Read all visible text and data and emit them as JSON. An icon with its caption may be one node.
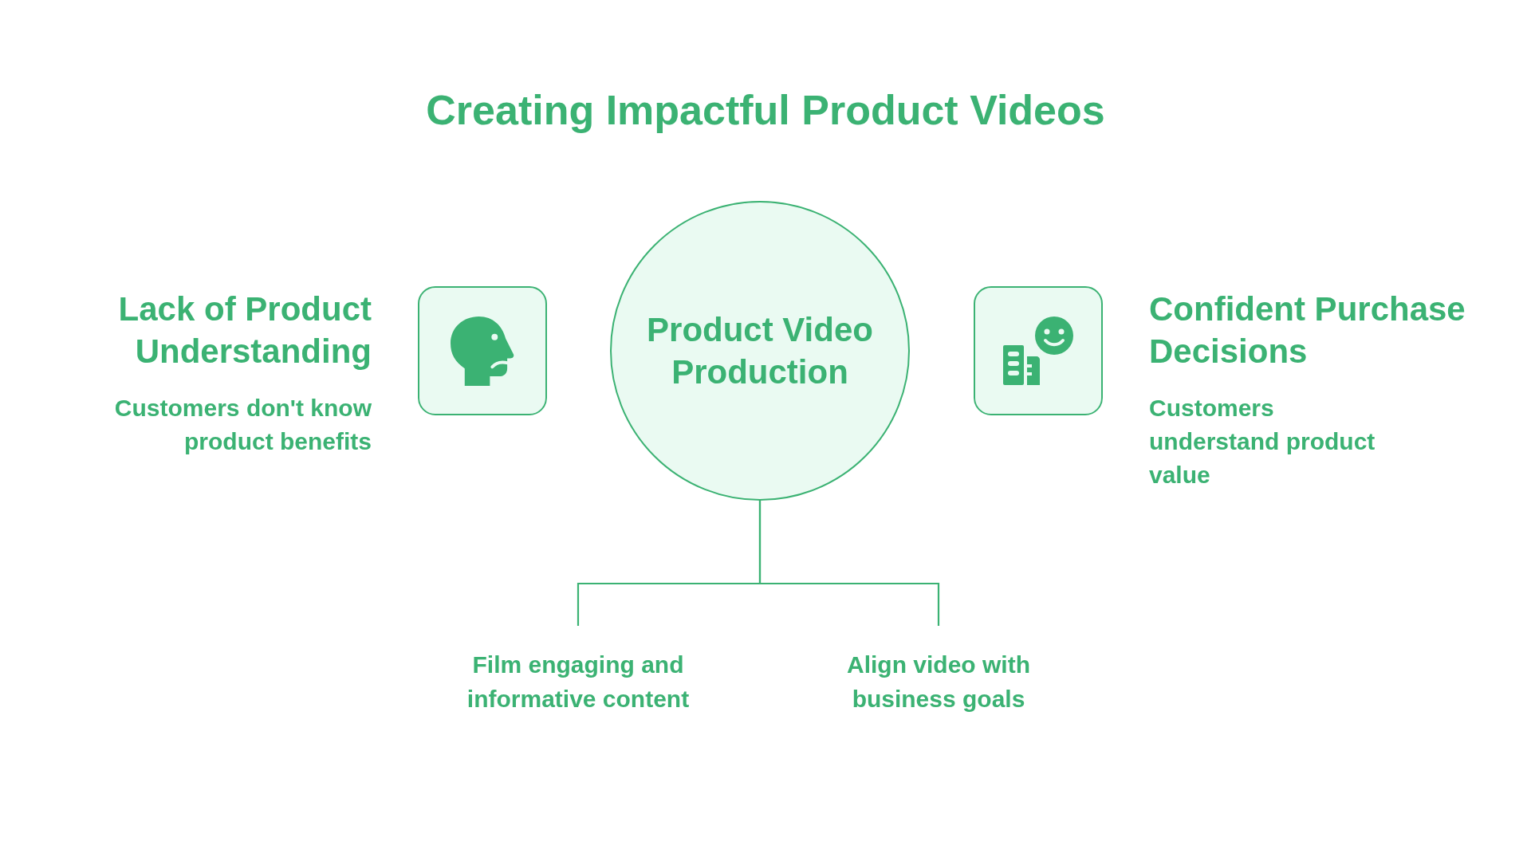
{
  "diagram": {
    "title": "Creating Impactful Product Videos",
    "nodes": [
      {
        "text": [
          "Product Video Production"
        ]
      },
      {
        "text": [
          "Lack of Product Understanding",
          "Customers don't know product benefits"
        ]
      },
      {
        "text": [
          "Confident Purchase Decisions",
          "Customers understand product value"
        ]
      },
      {
        "text": [
          "Film engaging and informative content"
        ]
      },
      {
        "text": [
          "Align video with business goals"
        ]
      }
    ],
    "edges": [
      {
        "from": 0,
        "to": 3,
        "arrow": "none"
      },
      {
        "from": 0,
        "to": 4,
        "arrow": "none"
      }
    ]
  }
}
